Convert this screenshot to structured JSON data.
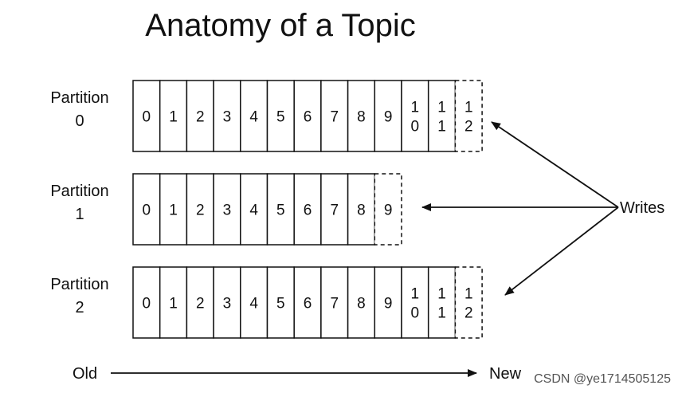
{
  "title": "Anatomy of a Topic",
  "partitions": [
    {
      "label_line1": "Partition",
      "label_line2": "0",
      "cells": [
        "0",
        "1",
        "2",
        "3",
        "4",
        "5",
        "6",
        "7",
        "8",
        "9",
        "10",
        "11"
      ],
      "next_write": "12"
    },
    {
      "label_line1": "Partition",
      "label_line2": "1",
      "cells": [
        "0",
        "1",
        "2",
        "3",
        "4",
        "5",
        "6",
        "7",
        "8"
      ],
      "next_write": "9"
    },
    {
      "label_line1": "Partition",
      "label_line2": "2",
      "cells": [
        "0",
        "1",
        "2",
        "3",
        "4",
        "5",
        "6",
        "7",
        "8",
        "9",
        "10",
        "11"
      ],
      "next_write": "12"
    }
  ],
  "writes_label": "Writes",
  "timeline": {
    "old_label": "Old",
    "new_label": "New"
  },
  "watermark": "CSDN @ye1714505125"
}
